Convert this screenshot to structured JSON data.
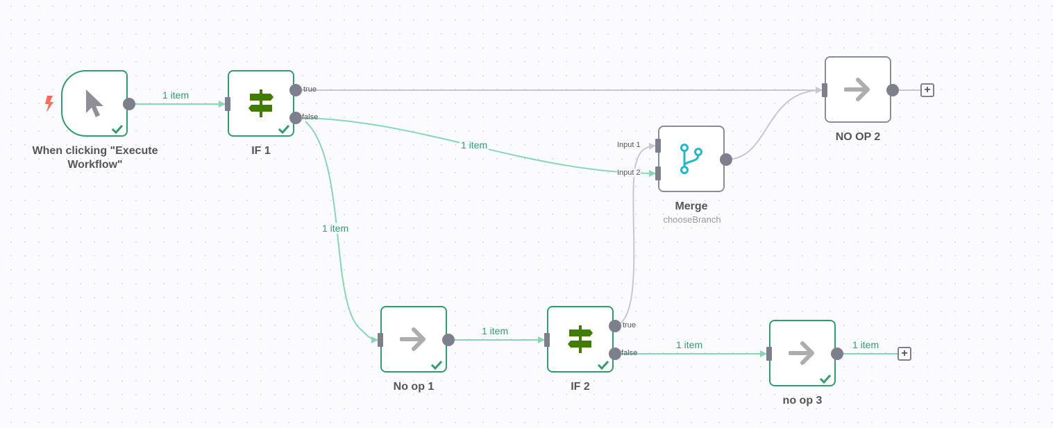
{
  "workflow": {
    "colors": {
      "success": "#29a168",
      "edge_success": "#84d9b0",
      "edge_idle": "#c6c7d0",
      "handle": "#7d7f8c",
      "if_icon": "#3f7c00",
      "merge_icon": "#1fb8cc",
      "trigger_bolt": "#ff6d5a"
    },
    "nodes": {
      "trigger": {
        "name": "When clicking \"Execute Workflow\"",
        "icon": "cursor-icon",
        "status": "success"
      },
      "if1": {
        "name": "IF 1",
        "icon": "signpost-icon",
        "status": "success",
        "outputs": [
          "true",
          "false"
        ]
      },
      "noop2": {
        "name": "NO OP 2",
        "icon": "arrow-right-icon",
        "status": "idle"
      },
      "merge": {
        "name": "Merge",
        "subtitle": "chooseBranch",
        "icon": "branch-icon",
        "status": "idle",
        "inputs": [
          "Input 1",
          "Input 2"
        ]
      },
      "noop1": {
        "name": "No op 1",
        "icon": "arrow-right-icon",
        "status": "success"
      },
      "if2": {
        "name": "IF 2",
        "icon": "signpost-icon",
        "status": "success",
        "outputs": [
          "true",
          "false"
        ]
      },
      "noop3": {
        "name": "no op 3",
        "icon": "arrow-right-icon",
        "status": "success"
      }
    },
    "edges": [
      {
        "from": "trigger",
        "to": "if1",
        "label": "1 item"
      },
      {
        "from": "if1.true",
        "to": "noop2",
        "label": ""
      },
      {
        "from": "if1.false",
        "to": "merge.input2",
        "label": "1 item"
      },
      {
        "from": "if1.false",
        "to": "noop1",
        "label": "1 item"
      },
      {
        "from": "merge",
        "to": "noop2",
        "label": ""
      },
      {
        "from": "noop1",
        "to": "if2",
        "label": "1 item"
      },
      {
        "from": "if2.true",
        "to": "merge.input1",
        "label": ""
      },
      {
        "from": "if2.false",
        "to": "noop3",
        "label": "1 item"
      },
      {
        "from": "noop3",
        "to": "add",
        "label": "1 item"
      }
    ],
    "add_node_symbol": "+"
  }
}
